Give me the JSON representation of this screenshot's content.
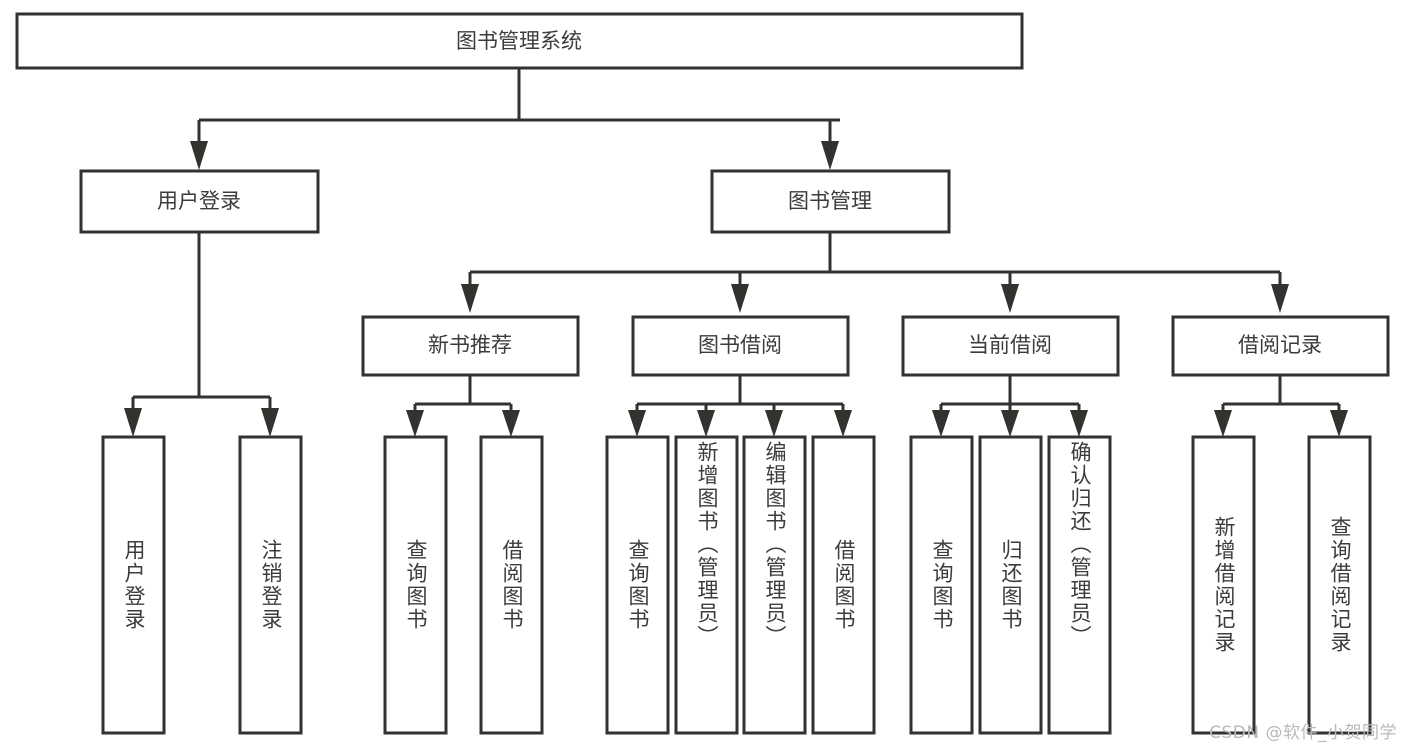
{
  "diagram": {
    "type": "tree-flowchart",
    "title_node": {
      "label": "图书管理系统"
    },
    "level2": [
      {
        "id": "user-login",
        "label": "用户登录"
      },
      {
        "id": "book-manage",
        "label": "图书管理"
      }
    ],
    "level3": [
      {
        "id": "new-book-recommend",
        "label": "新书推荐",
        "parent": "book-manage"
      },
      {
        "id": "book-borrow",
        "label": "图书借阅",
        "parent": "book-manage"
      },
      {
        "id": "current-borrow",
        "label": "当前借阅",
        "parent": "book-manage"
      },
      {
        "id": "borrow-record",
        "label": "借阅记录",
        "parent": "book-manage"
      }
    ],
    "leaves": [
      {
        "id": "leaf-user-login",
        "label": "用户登录",
        "parent": "user-login"
      },
      {
        "id": "leaf-user-logout",
        "label": "注销登录",
        "parent": "user-login"
      },
      {
        "id": "leaf-query-book-1",
        "label": "查询图书",
        "parent": "new-book-recommend"
      },
      {
        "id": "leaf-borrow-book-1",
        "label": "借阅图书",
        "parent": "new-book-recommend"
      },
      {
        "id": "leaf-query-book-2",
        "label": "查询图书",
        "parent": "book-borrow"
      },
      {
        "id": "leaf-add-book",
        "label": "新增图书（管理员）",
        "parent": "book-borrow"
      },
      {
        "id": "leaf-edit-book",
        "label": "编辑图书（管理员）",
        "parent": "book-borrow"
      },
      {
        "id": "leaf-borrow-book-2",
        "label": "借阅图书",
        "parent": "book-borrow"
      },
      {
        "id": "leaf-query-book-3",
        "label": "查询图书",
        "parent": "current-borrow"
      },
      {
        "id": "leaf-return-book",
        "label": "归还图书",
        "parent": "current-borrow"
      },
      {
        "id": "leaf-confirm-return",
        "label": "确认归还（管理员）",
        "parent": "current-borrow"
      },
      {
        "id": "leaf-add-record",
        "label": "新增借阅记录",
        "parent": "borrow-record"
      },
      {
        "id": "leaf-query-record",
        "label": "查询借阅记录",
        "parent": "borrow-record"
      }
    ],
    "colors": {
      "stroke": "#33322f",
      "fill": "#ffffff",
      "text": "#3d3c3a",
      "watermark": "#b9b9b9"
    }
  },
  "watermark": {
    "text": "CSDN @软件_小贺同学"
  }
}
